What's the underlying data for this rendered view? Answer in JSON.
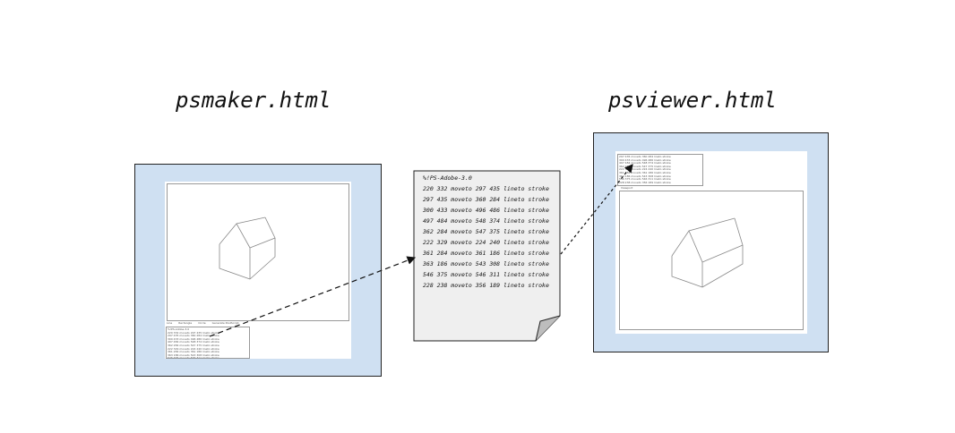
{
  "titles": {
    "maker": "psmaker.html",
    "viewer": "psviewer.html"
  },
  "maker": {
    "menu": [
      "Line",
      "Rectangle",
      "Circle",
      "Generate PostScript"
    ],
    "code_lines": [
      "%!PS-Adobe-3.0",
      "220 332 moveto 297 435 lineto stroke",
      "297 435 moveto 360 284 lineto stroke",
      "300 433 moveto 496 486 lineto stroke",
      "497 484 moveto 548 374 lineto stroke",
      "362 284 moveto 547 375 lineto stroke",
      "222 329 moveto 224 240 lineto stroke",
      "361 284 moveto 361 186 lineto stroke",
      "363 186 moveto 543 308 lineto stroke",
      "546 375 moveto 546 311 lineto stroke"
    ]
  },
  "postscript": {
    "lines": [
      "%!PS-Adobe-3.0",
      "220 332 moveto 297 435 lineto stroke",
      "297 435 moveto 360 284 lineto stroke",
      "300 433 moveto 496 486 lineto stroke",
      "497 484 moveto 548 374 lineto stroke",
      "362 284 moveto 547 375 lineto stroke",
      "222 329 moveto 224 240 lineto stroke",
      "361 284 moveto 361 186 lineto stroke",
      "363 186 moveto 543 308 lineto stroke",
      "546 375 moveto 546 311 lineto stroke",
      "228 238 moveto 356 189 lineto stroke"
    ]
  },
  "viewer": {
    "code_lines": [
      "297 435 moveto 360 284 lineto stroke",
      "300 433 moveto 496 486 lineto stroke",
      "497 484 moveto 548 374 lineto stroke",
      "362 284 moveto 547 375 lineto stroke",
      "222 329 moveto 224 240 lineto stroke",
      "361 284 moveto 361 186 lineto stroke",
      "363 186 moveto 543 308 lineto stroke",
      "546 375 moveto 546 311 lineto stroke",
      "228 238 moveto 356 189 lineto stroke"
    ],
    "canvas_label": "Viewport"
  },
  "colors": {
    "frame_bg": "#cfe0f2",
    "file_bg": "#efefef",
    "stroke": "#222222"
  }
}
